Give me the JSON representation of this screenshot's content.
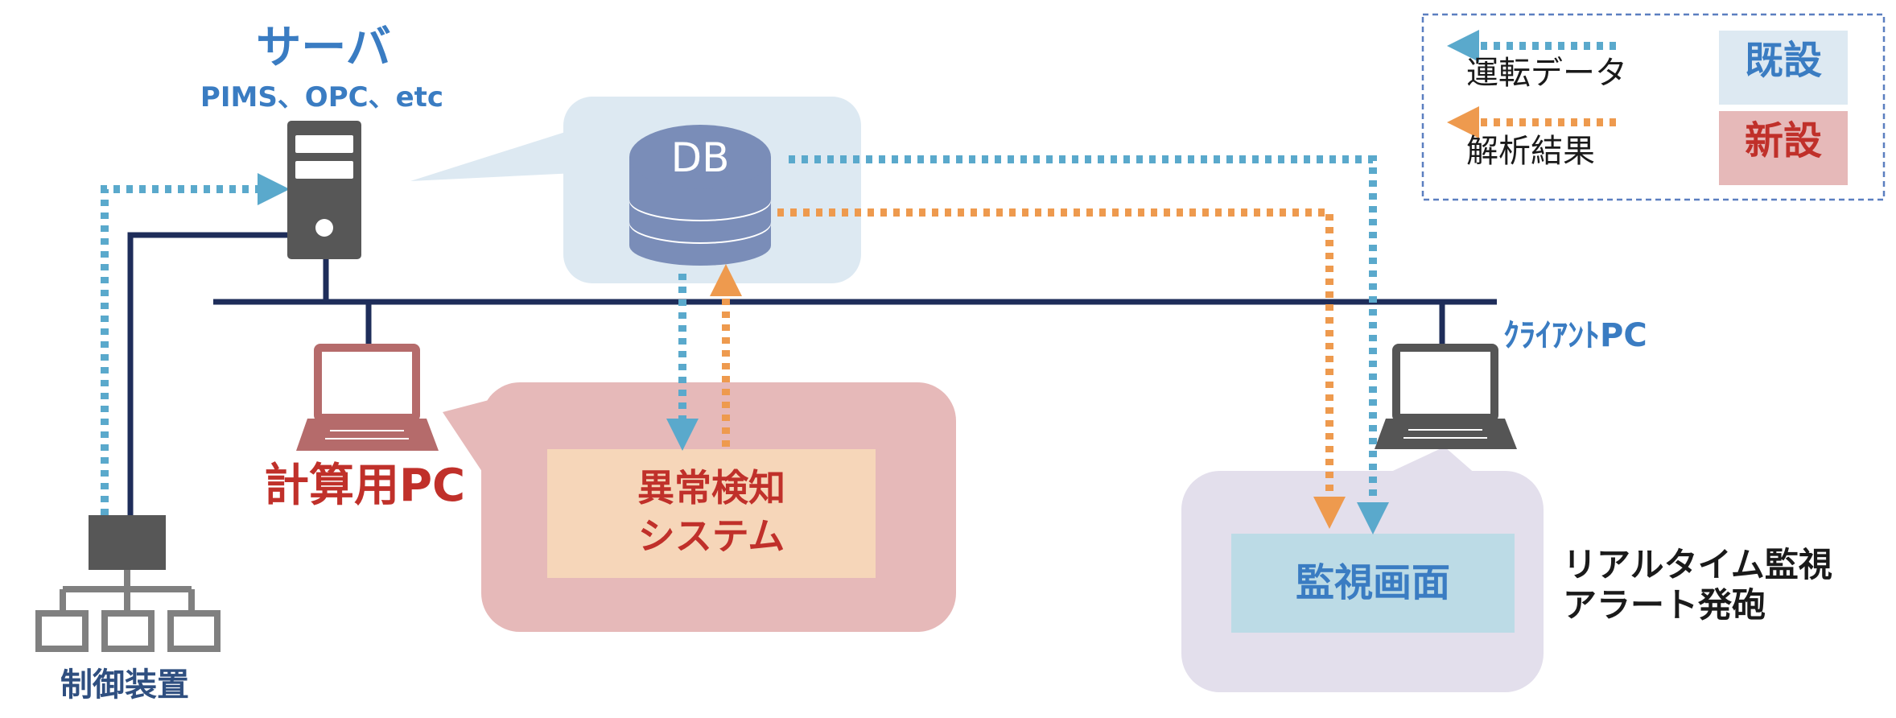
{
  "server": {
    "title": "サーバ",
    "subtitle": "PIMS、OPC、etc"
  },
  "db": {
    "label": "DB"
  },
  "legend": {
    "operation_data": "運転データ",
    "analysis_result": "解析結果",
    "existing": "既設",
    "new": "新設"
  },
  "calc_pc": {
    "label": "計算用PC"
  },
  "anomaly_system": {
    "line1": "異常検知",
    "line2": "システム"
  },
  "client_pc": {
    "label": "ｸﾗｲｱﾝﾄPC"
  },
  "monitor_screen": {
    "label": "監視画面"
  },
  "realtime_note": {
    "line1": "リアルタイム監視",
    "line2": "アラート発砲"
  },
  "control_device": {
    "label": "制御装置"
  },
  "colors": {
    "operation_arrow": "#5aa9cc",
    "analysis_arrow": "#ee9a4e",
    "network_line": "#1e2d5a",
    "existing_bg": "#dde9f2",
    "new_bg": "#e6b9b9",
    "accent_blue": "#3a7cc2",
    "accent_red": "#c0302a"
  }
}
